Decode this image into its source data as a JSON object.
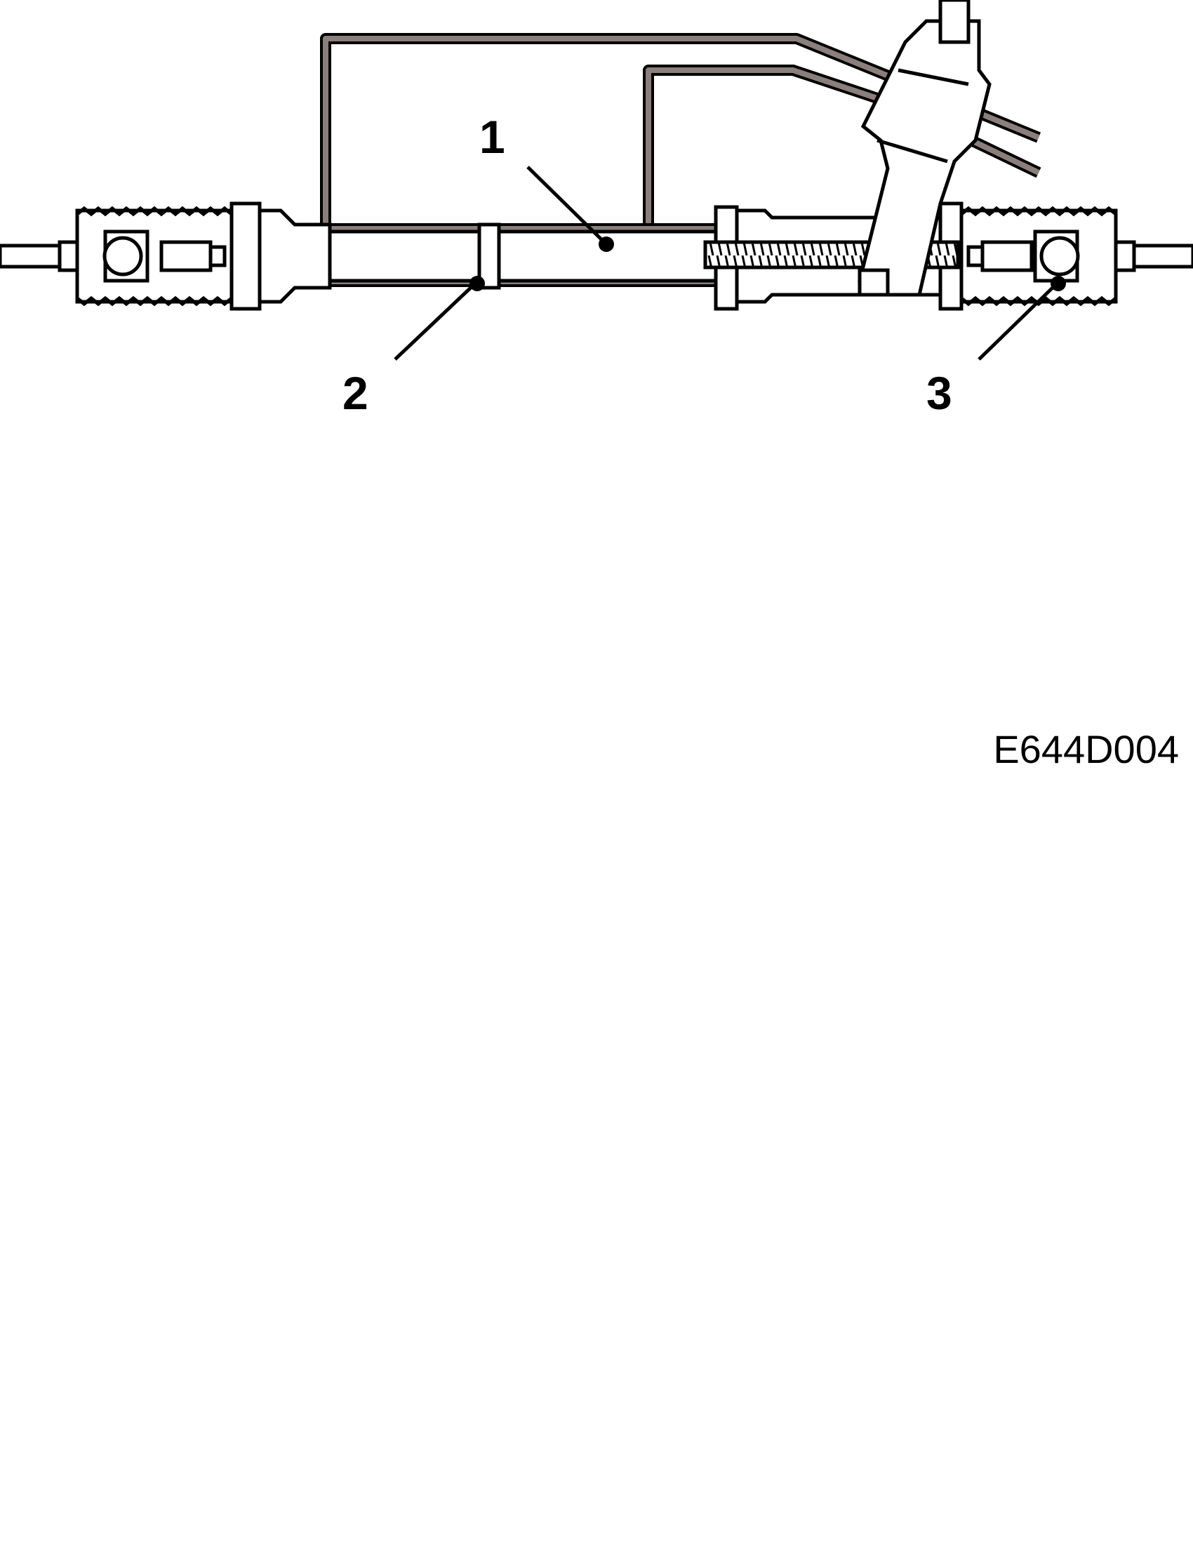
{
  "callouts": [
    {
      "id": "1",
      "label": "1"
    },
    {
      "id": "2",
      "label": "2"
    },
    {
      "id": "3",
      "label": "3"
    }
  ],
  "figure_code": "E644D004",
  "colors": {
    "line": "#000000",
    "pipe_fill": "#8a7f7b",
    "background": "#ffffff"
  }
}
